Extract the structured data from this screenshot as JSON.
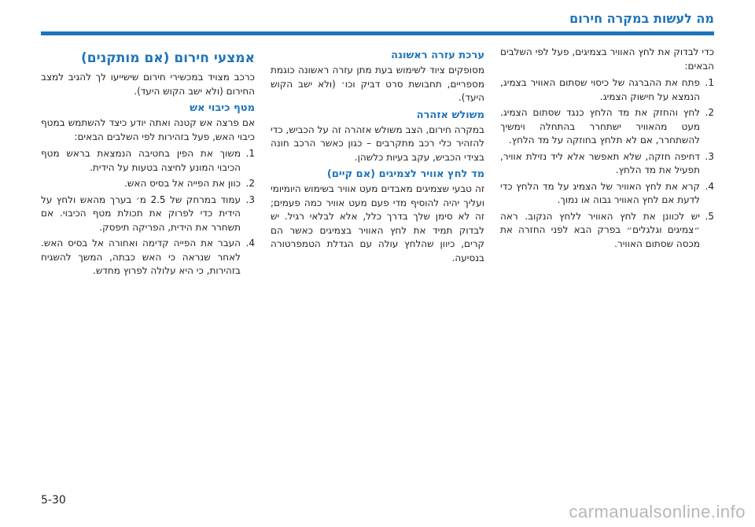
{
  "header": {
    "title": "מה לעשות במקרה חירום"
  },
  "col_right": {
    "title": "אמצעי חירום (אם מותקנים)",
    "intro": "כרכב מצויד במכשירי חירום שישייעו לך להגיב למצב החירום (ולא ישב הקוש היעד).",
    "sub1_title": "מטף כיבוי אש",
    "sub1_text": "אם פרצה אש קטנה ואתה יודע כיצד להשתמש במטף כיבוי האש, פעל בזהירות לפי השלבים הבאים:",
    "items": [
      {
        "num": "1.",
        "text": "משוך את הפין בחטיבה הנמצאת בראש מטף הכיבוי המונע לחיצה בטעות על הידית."
      },
      {
        "num": "2.",
        "text": "כוון את הפייה אל בסיס האש."
      },
      {
        "num": "3.",
        "text": "עמוד במרחק של 2.5 מ׳ בערך מהאש ולחץ על הידית כדי לפרוק את תכולת מטף הכיבוי. אם תשחרר את הידית, הפריקה תיפסק."
      },
      {
        "num": "4.",
        "text": "העבר את הפייה קדימה ואחורה אל בסיס האש. לאחר שנראה כי האש כבתה, המשך להשגיח בזהירות, כי היא עלולה לפרוץ מחדש."
      }
    ]
  },
  "col_middle": {
    "sub1_title": "ערכת עזרה ראשונה",
    "sub1_text": "מסופקים ציוד לשימוש בעת מתן עזרה ראשונה כוגמת מספריים, תחבושת סרט דביק וכו׳ (ולא ישב הקוש היעד).",
    "sub2_title": "משולש אזהרה",
    "sub2_text": "במקרה חירום, הצב משולש אזהרה זה על הכביש, כדי להזהיר כלי רכב מתקרבים – כגון כאשר הרכב חונה בצידי הכביש, עקב בעיות כלשהן.",
    "sub3_title": "מד לחץ אוויר לצמיגים (אם קיים)",
    "sub3_text": "זה טבעי שצמיגים מאבדים מעט אוויר בשימוש היומיומי ועליך יהיה להוסיף מדי פעם מעט אוויר כמה פעמים; זה לא סימן שלך בדרך כלל, אלא לבלאי רגיל. יש לבדוק תמיד את לחץ האוויר בצמיגים כאשר הם קרים, כיוון שהלחץ עולה עם הגדלת הטמפרטורה בנסיעה."
  },
  "col_left": {
    "intro": "כדי לבדוק את לחץ האוויר בצמיגים, פעל לפי השלבים הבאים:",
    "items": [
      {
        "num": "1.",
        "text": "פתח את ההברגה של כיסוי שסתום האוויר בצמיג, הנמצא על חישוק הצמיג."
      },
      {
        "num": "2.",
        "text": "לחץ והחזק את מד הלחץ כנגד שסתום הצמיג. מעט מהאוויר ישתחרר בהתחלה וימשיך להשתחרר, אם לא תלחץ בחוזקה על מד הלחץ."
      },
      {
        "num": "3.",
        "text": "דחיפה חזקה, שלא תאפשר אלא ליד נזילת אוויר, תפעיל את מד הלחץ."
      },
      {
        "num": "4.",
        "text": "קרא את לחץ האוויר של הצמיג על מד הלחץ כדי לדעת אם לחץ האוויר גבוה או נמוך."
      },
      {
        "num": "5.",
        "text": "יש לכוונן את לחץ האוויר ללחץ הנקוב. ראה ״צמיגים וגלגלים״ בפרק הבא לפני החזרה את מכסה שסתום האוויר."
      }
    ]
  },
  "footer": {
    "page_number": "5-30",
    "watermark": "carmanualsonline.info"
  }
}
